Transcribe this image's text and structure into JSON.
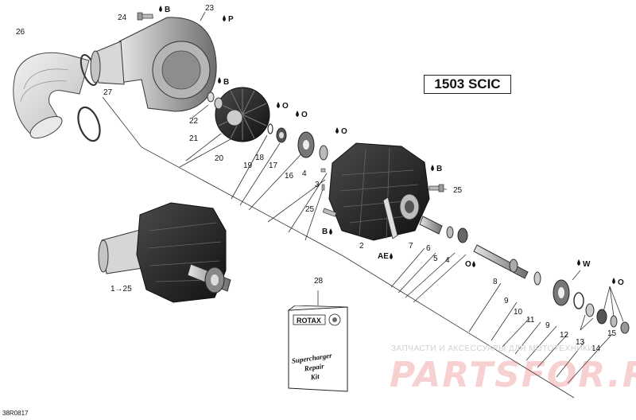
{
  "model_label": "1503 SCIC",
  "diagram_code": "38R0817",
  "kit": {
    "brand": "ROTAX",
    "title_line1": "Supercharger",
    "title_line2": "Repair",
    "title_line3": "Kit"
  },
  "watermark": {
    "top_text": "ЗАПЧАСТИ И АКСЕССУАРЫ ДЛЯ МОТОТЕХНИКИ",
    "logo": "PARTSFOR.RU"
  },
  "callouts": [
    "24",
    "23",
    "26",
    "27",
    "22",
    "21",
    "20",
    "19",
    "18",
    "17",
    "16",
    "4",
    "3",
    "25",
    "25",
    "2",
    "7",
    "6",
    "5",
    "4",
    "28",
    "8",
    "9",
    "10",
    "11",
    "9",
    "12",
    "13",
    "14",
    "15",
    "1→25"
  ],
  "lubricants": [
    "B",
    "P",
    "B",
    "O",
    "O",
    "O",
    "B",
    "B",
    "AE",
    "O",
    "W",
    "O"
  ],
  "colors": {
    "line": "#222222",
    "housing": "#8c8c8c",
    "dark": "#2a2a2a",
    "watermark": "#dc2832"
  }
}
